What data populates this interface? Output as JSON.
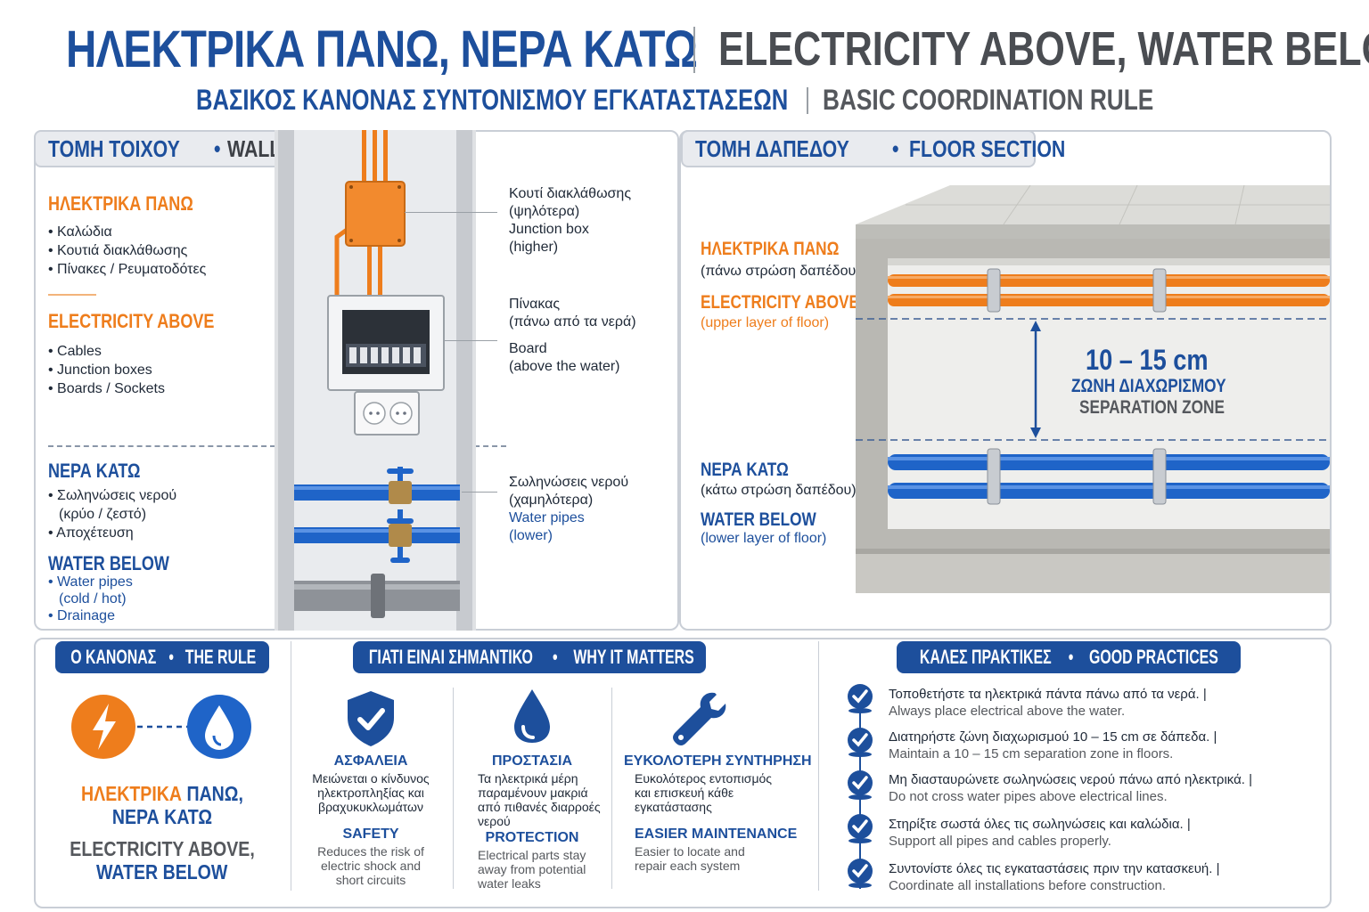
{
  "header": {
    "title_gr": "ΗΛΕΚΤΡΙΚΑ ΠΑΝΩ, ΝΕΡΑ ΚΑΤΩ",
    "title_en": "ELECTRICITY ABOVE, WATER BELOW",
    "subtitle_gr": "ΒΑΣΙΚΟΣ ΚΑΝΟΝΑΣ ΣΥΝΤΟΝΙΣΜΟΥ ΕΓΚΑΤΑΣΤΑΣΕΩΝ",
    "subtitle_en": "BASIC COORDINATION RULE"
  },
  "wall": {
    "tab_gr": "ΤΟΜΗ ΤΟΙΧΟΥ",
    "tab_sep": "•",
    "tab_en": "WALL SECTION",
    "elec_gr_heading": "ΗΛΕΚΤΡΙΚΑ ΠΑΝΩ",
    "elec_gr_items": [
      "Καλώδια",
      "Κουτιά διακλάθωσης",
      "Πίνακες / Ρευματοδότες"
    ],
    "elec_en_heading": "ELECTRICITY ABOVE",
    "elec_en_items": [
      "Cables",
      "Junction boxes",
      "Boards / Sockets"
    ],
    "water_gr_heading": "ΝΕΡΑ ΚΑΤΩ",
    "water_gr_items": [
      "Σωληνώσεις νερού",
      "(κρύο / ζεστό)",
      "Αποχέτευση"
    ],
    "water_en_heading": "WATER BELOW",
    "water_en_items": [
      "Water pipes",
      "(cold / hot)",
      "Drainage"
    ],
    "callout_junction": [
      "Κουτί διακλάθωσης",
      "(ψηλότερα)",
      "Junction box",
      "(higher)"
    ],
    "callout_board": [
      "Πίνακας",
      "(πάνω από τα νερά)",
      "Board",
      "(above the water)"
    ],
    "callout_water": [
      "Σωληνώσεις νερού",
      "(χαμηλότερα)",
      "Water pipes",
      "(lower)"
    ]
  },
  "floor": {
    "tab_gr": "ΤΟΜΗ ΔΑΠΕΔΟΥ",
    "tab_sep": "•",
    "tab_en": "FLOOR SECTION",
    "elec_gr": "ΗΛΕΚΤΡΙΚΑ ΠΑΝΩ",
    "elec_gr_sub": "(πάνω στρώση δαπέδου)",
    "elec_en": "ELECTRICITY ABOVE",
    "elec_en_sub": "(upper layer of floor)",
    "gap": "10 – 15 cm",
    "zone_gr": "ΖΩΝΗ ΔΙΑΧΩΡΙΣΜΟΥ",
    "zone_en": "SEPARATION ZONE",
    "water_gr": "ΝΕΡΑ ΚΑΤΩ",
    "water_gr_sub": "(κάτω στρώση δαπέδου)",
    "water_en": "WATER BELOW",
    "water_en_sub": "(lower layer of floor)"
  },
  "rule": {
    "pill_gr": "Ο ΚΑΝΟΝΑΣ",
    "pill_sep": "•",
    "pill_en": "THE RULE",
    "line1_orange": "ΗΛΕΚΤΡΙΚΑ",
    "line1_blue": "ΠΑΝΩ,",
    "line2": "ΝΕΡΑ ΚΑΤΩ",
    "en_line1": "ELECTRICITY ABOVE,",
    "en_line2": "WATER BELOW"
  },
  "why": {
    "pill_gr": "ΓΙΑΤΙ ΕΙΝΑΙ ΣΗΜΑΝΤΙΚΟ",
    "pill_sep": "•",
    "pill_en": "WHY IT MATTERS",
    "items": [
      {
        "icon": "shield-check-icon",
        "title_gr": "ΑΣΦΑΛΕΙΑ",
        "desc_gr": [
          "Μειώνεται ο κίνδυνος",
          "ηλεκτροπληξίας και",
          "βραχυκυκλωμάτων"
        ],
        "title_en": "SAFETY",
        "desc_en": [
          "Reduces the risk of",
          "electric shock and",
          "short circuits"
        ]
      },
      {
        "icon": "water-drop-icon",
        "title_gr": "ΠΡΟΣΤΑΣΙΑ",
        "desc_gr": [
          "Τα ηλεκτρικά μέρη",
          "παραμένουν μακριά",
          "από πιθανές διαρροές",
          "νερού"
        ],
        "title_en": "PROTECTION",
        "desc_en": [
          "Electrical parts stay",
          "away from potential",
          "water leaks"
        ]
      },
      {
        "icon": "wrench-icon",
        "title_gr": "ΕΥΚΟΛΟΤΕΡΗ ΣΥΝΤΗΡΗΣΗ",
        "desc_gr": [
          "Ευκολότερος εντοπισμός",
          "και επισκευή κάθε",
          "εγκατάστασης"
        ],
        "title_en": "EASIER MAINTENANCE",
        "desc_en": [
          "Easier to locate and",
          "repair each system"
        ]
      }
    ]
  },
  "practices": {
    "pill_gr": "ΚΑΛΕΣ ΠΡΑΚΤΙΚΕΣ",
    "pill_sep": "•",
    "pill_en": "GOOD PRACTICES",
    "items": [
      {
        "gr": "Τοποθετήστε τα ηλεκτρικά πάντα πάνω από τα νερά. |",
        "en": "Always place electrical above the water."
      },
      {
        "gr": "Διατηρήστε ζώνη διαχωρισμού 10 – 15 cm σε δάπεδα. |",
        "en": "Maintain a 10 – 15 cm separation zone in floors."
      },
      {
        "gr": "Μη διασταυρώνετε σωληνώσεις νερού πάνω από ηλεκτρικά. |",
        "en": "Do not cross water pipes above electrical lines."
      },
      {
        "gr": "Στηρίξτε σωστά όλες τις σωληνώσεις και καλώδια. |",
        "en": "Support all pipes and cables properly."
      },
      {
        "gr": "Συντονίστε όλες τις εγκαταστάσεις πριν την κατασκευή. |",
        "en": "Coordinate all installations before construction."
      }
    ]
  },
  "colors": {
    "brand_blue": "#1d4f9c",
    "electric_orange": "#ee7d1c",
    "water_blue": "#1f64c8",
    "drain_grey": "#8e9298"
  }
}
